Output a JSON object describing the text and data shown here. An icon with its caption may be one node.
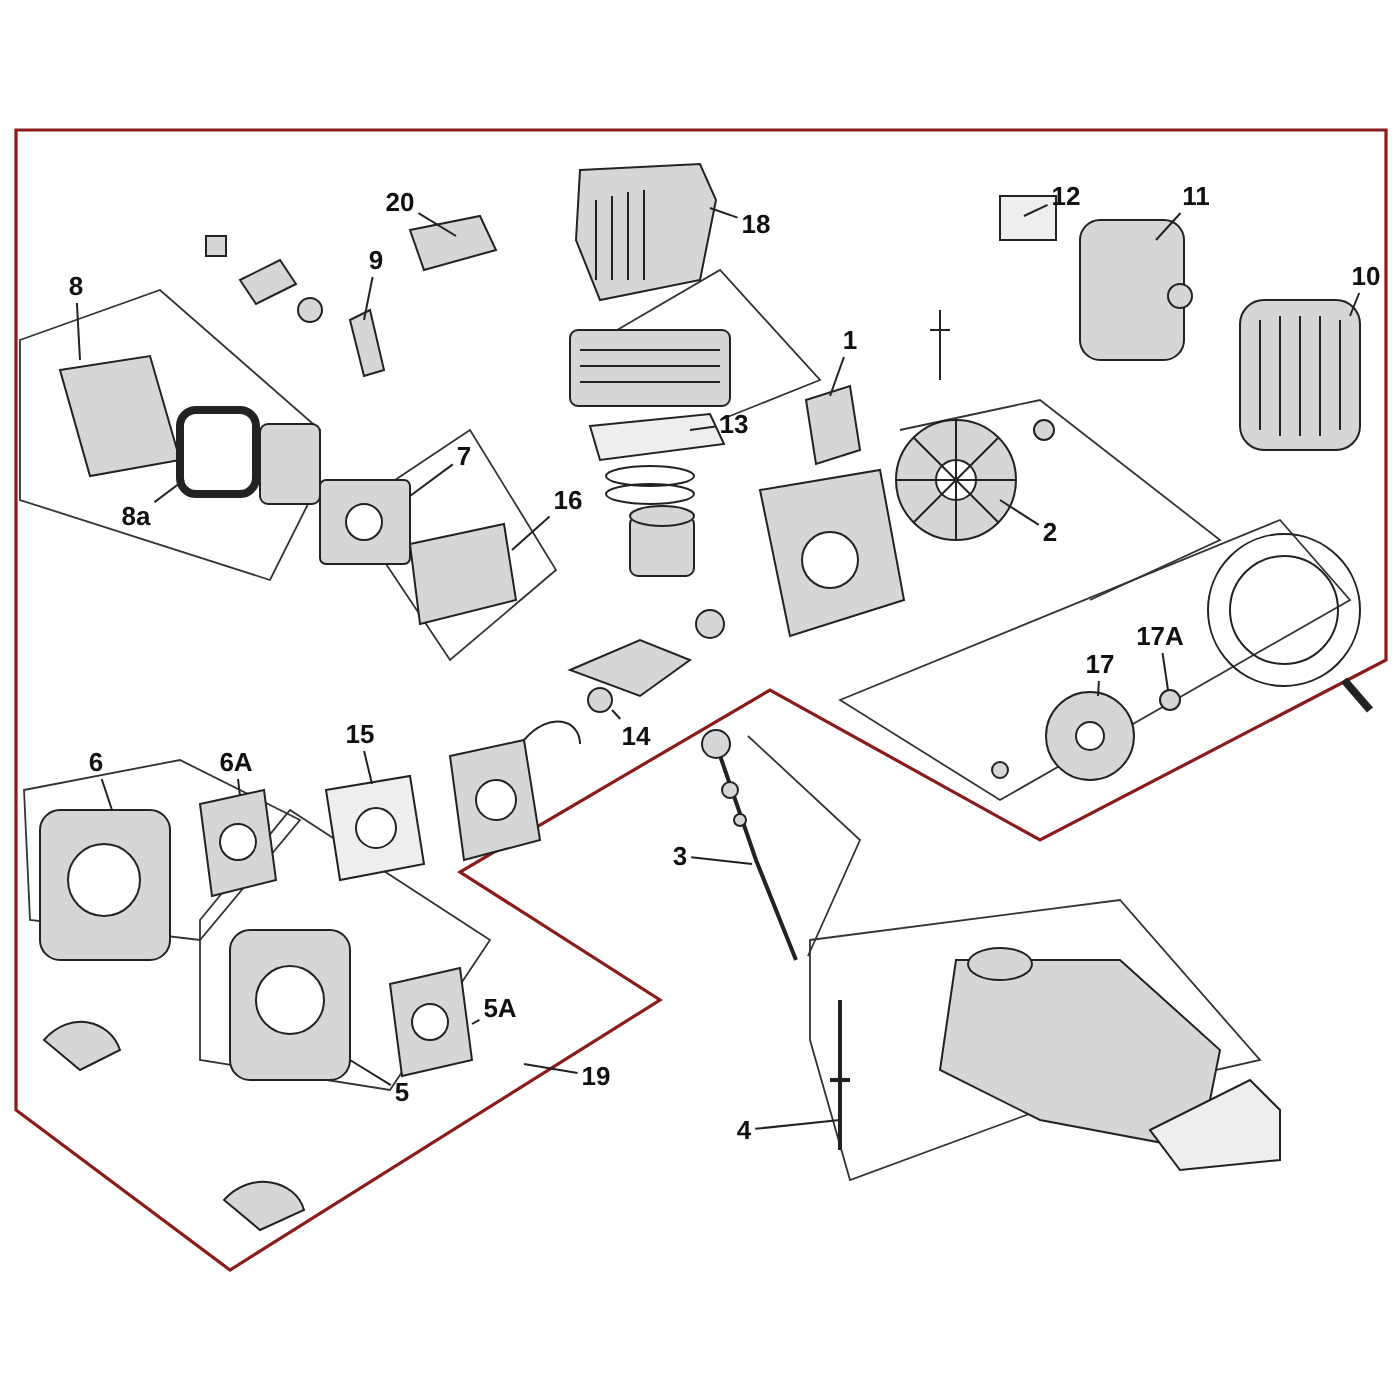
{
  "diagram": {
    "nodes": [
      {
        "text": [
          "20"
        ]
      },
      {
        "text": [
          "18"
        ]
      },
      {
        "text": [
          "12"
        ]
      },
      {
        "text": [
          "11"
        ]
      },
      {
        "text": [
          "10"
        ]
      },
      {
        "text": [
          "9"
        ]
      },
      {
        "text": [
          "8"
        ]
      },
      {
        "text": [
          "8a"
        ]
      },
      {
        "text": [
          "7"
        ]
      },
      {
        "text": [
          "13"
        ]
      },
      {
        "text": [
          "1"
        ]
      },
      {
        "text": [
          "2"
        ]
      },
      {
        "text": [
          "16"
        ]
      },
      {
        "text": [
          "17"
        ]
      },
      {
        "text": [
          "17A"
        ]
      },
      {
        "text": [
          "15"
        ]
      },
      {
        "text": [
          "14"
        ]
      },
      {
        "text": [
          "6"
        ]
      },
      {
        "text": [
          "6A"
        ]
      },
      {
        "text": [
          "3"
        ]
      },
      {
        "text": [
          "5A"
        ]
      },
      {
        "text": [
          "5"
        ]
      },
      {
        "text": [
          "19"
        ]
      },
      {
        "text": [
          "4"
        ]
      },
      {
        "text": [],
        "shape": "picture"
      },
      {
        "text": [],
        "shape": "picture"
      },
      {
        "text": [],
        "shape": "picture"
      },
      {
        "text": [],
        "shape": "picture"
      },
      {
        "text": [],
        "shape": "picture"
      },
      {
        "text": [],
        "shape": "picture"
      },
      {
        "text": [],
        "shape": "picture"
      },
      {
        "text": [],
        "shape": "picture"
      },
      {
        "text": [],
        "shape": "picture"
      },
      {
        "text": [],
        "shape": "picture"
      },
      {
        "text": [],
        "shape": "picture"
      },
      {
        "text": [],
        "shape": "picture"
      },
      {
        "text": [],
        "shape": "picture"
      },
      {
        "text": [],
        "shape": "picture"
      },
      {
        "text": [],
        "shape": "picture"
      },
      {
        "text": [],
        "shape": "picture"
      },
      {
        "text": [],
        "shape": "picture"
      },
      {
        "text": [],
        "shape": "picture"
      },
      {
        "text": [],
        "shape": "picture"
      },
      {
        "text": [],
        "shape": "picture"
      }
    ],
    "edges": [
      {
        "from": 0,
        "to": 25,
        "arrow": "none"
      },
      {
        "from": 1,
        "to": 24,
        "arrow": "none"
      },
      {
        "from": 2,
        "to": 26,
        "arrow": "none"
      },
      {
        "from": 3,
        "to": 26,
        "arrow": "none"
      },
      {
        "from": 4,
        "to": 28,
        "arrow": "none"
      },
      {
        "from": 5,
        "to": 27,
        "arrow": "none"
      },
      {
        "from": 6,
        "to": 29,
        "arrow": "none"
      },
      {
        "from": 7,
        "to": 29,
        "arrow": "none"
      },
      {
        "from": 8,
        "to": 33,
        "arrow": "none"
      },
      {
        "from": 9,
        "to": 30,
        "arrow": "none"
      },
      {
        "from": 10,
        "to": 31,
        "arrow": "none"
      },
      {
        "from": 11,
        "to": 32,
        "arrow": "none"
      },
      {
        "from": 12,
        "to": 34,
        "arrow": "none"
      },
      {
        "from": 13,
        "to": 36,
        "arrow": "none"
      },
      {
        "from": 14,
        "to": 36,
        "arrow": "none"
      },
      {
        "from": 15,
        "to": 37,
        "arrow": "none"
      },
      {
        "from": 16,
        "to": 35,
        "arrow": "none"
      },
      {
        "from": 17,
        "to": 38,
        "arrow": "none"
      },
      {
        "from": 18,
        "to": 39,
        "arrow": "none"
      },
      {
        "from": 19,
        "to": 40,
        "arrow": "none"
      },
      {
        "from": 20,
        "to": 42,
        "arrow": "none"
      },
      {
        "from": 21,
        "to": 43,
        "arrow": "none"
      },
      {
        "from": 22,
        "to": null,
        "arrow": "none"
      },
      {
        "from": 23,
        "to": 41,
        "arrow": "none"
      }
    ]
  }
}
